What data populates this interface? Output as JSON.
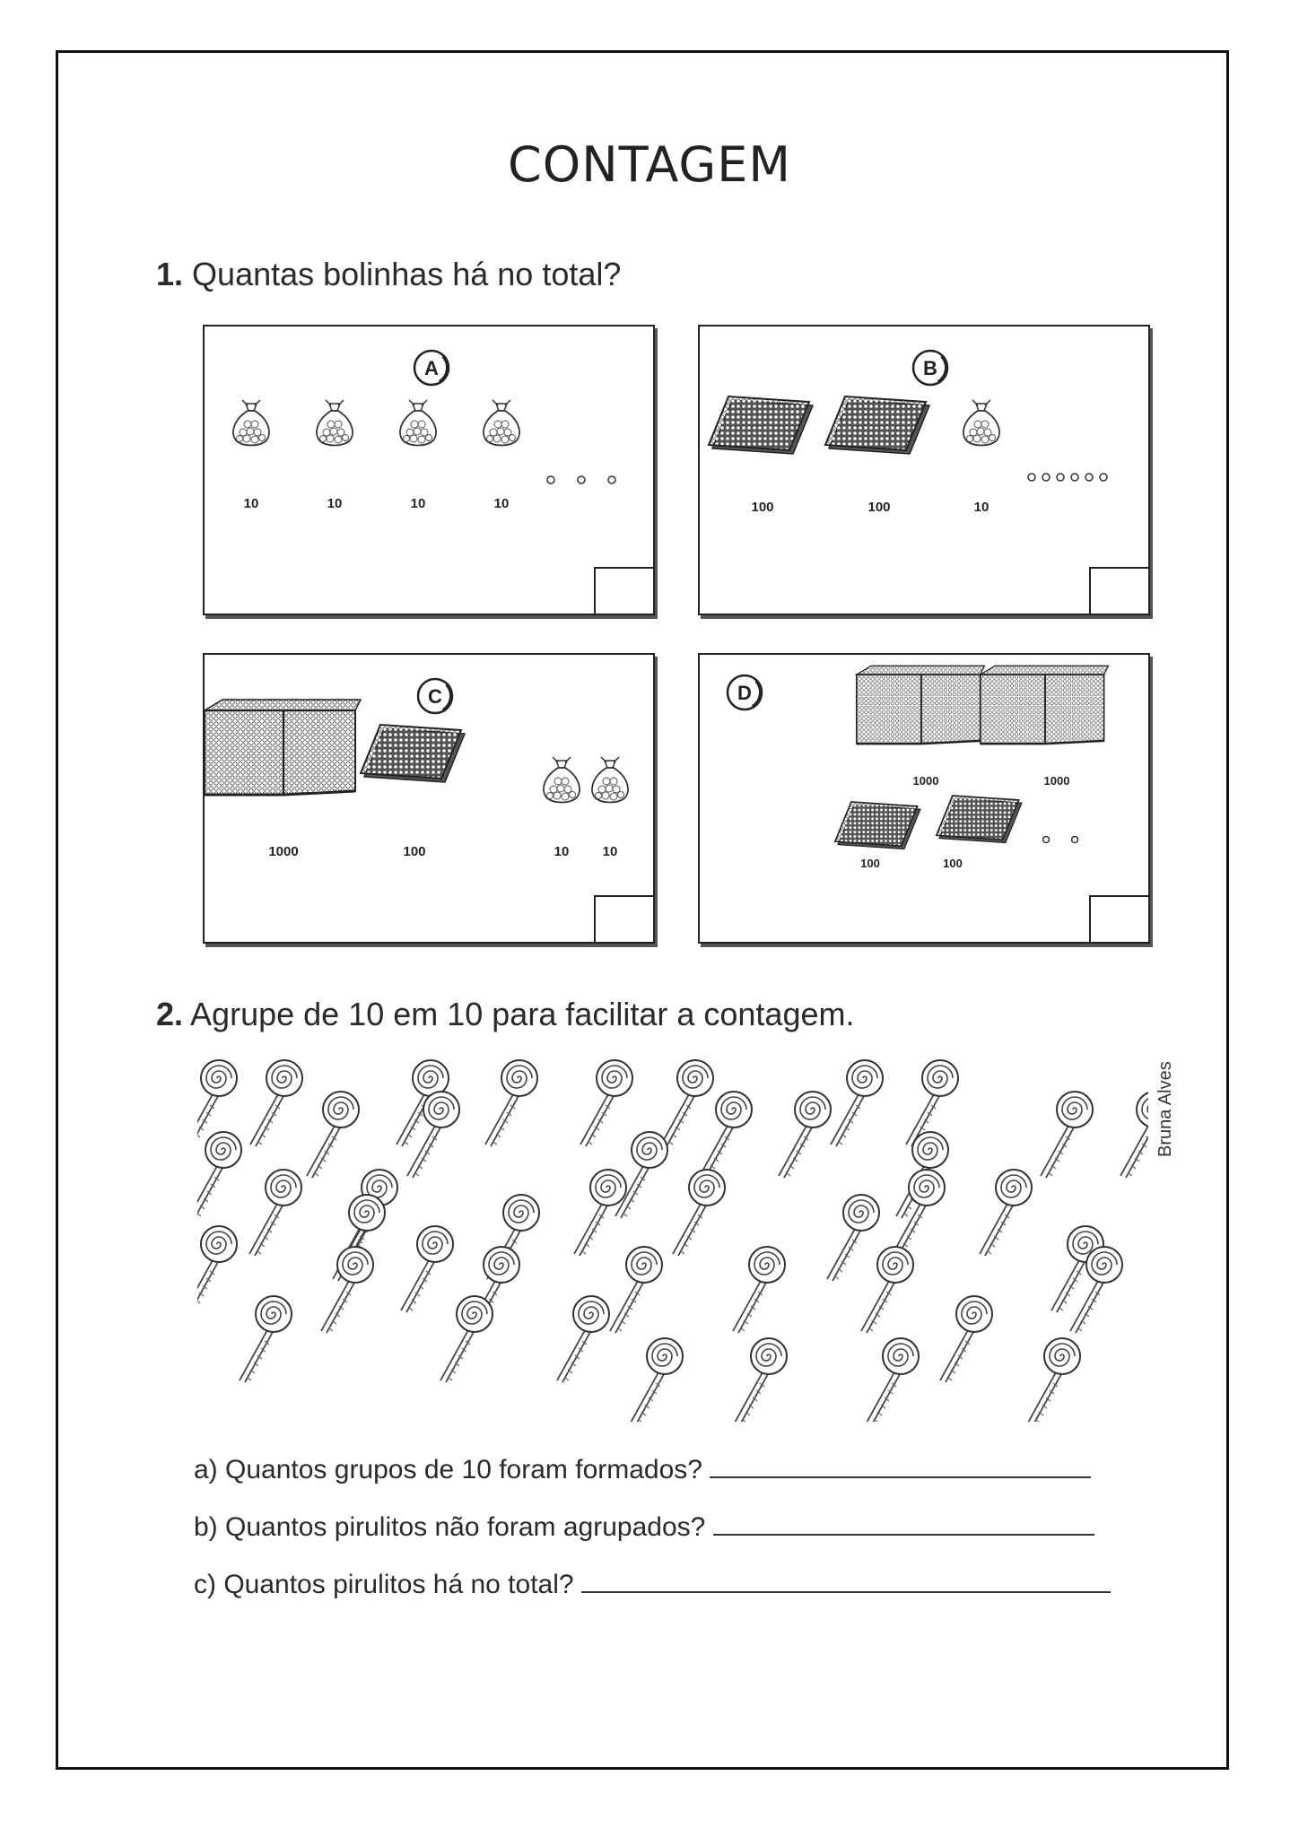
{
  "title": "CONTAGEM",
  "q1": {
    "number": "1.",
    "text": "Quantas bolinhas há no total?",
    "panels": {
      "a": {
        "letter": "A",
        "labels": [
          "10",
          "10",
          "10",
          "10"
        ],
        "loose_dots": 3
      },
      "b": {
        "letter": "B",
        "labels": [
          "100",
          "100",
          "10"
        ],
        "loose_dots": 6
      },
      "c": {
        "letter": "C",
        "labels": [
          "1000",
          "100",
          "10",
          "10"
        ],
        "loose_dots": 0
      },
      "d": {
        "letter": "D",
        "labels": [
          "1000",
          "1000",
          "100",
          "100"
        ],
        "loose_dots": 2
      }
    }
  },
  "q2": {
    "number": "2.",
    "text": "Agrupe de 10 em 10 para facilitar a contagem.",
    "lollipop_count": 43,
    "credit": "Bruna Alves",
    "sub_a": "a) Quantos grupos de 10 foram formados?",
    "sub_b": "b) Quantos pirulitos não foram agrupados?",
    "sub_c": "c) Quantos pirulitos há no total?"
  }
}
